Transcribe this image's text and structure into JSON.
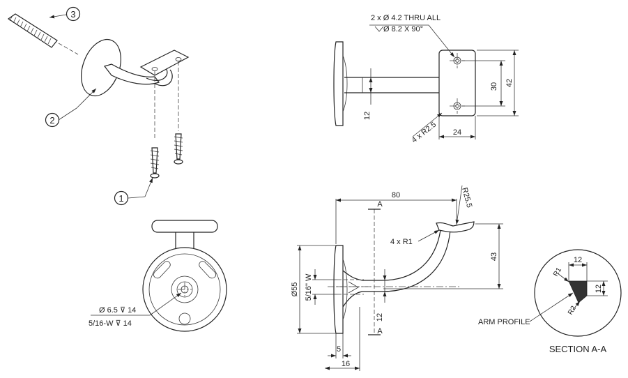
{
  "balloons": {
    "one": "1",
    "two": "2",
    "three": "3"
  },
  "top_view": {
    "hole_note_line1": "2 x Ø 4.2 THRU ALL",
    "hole_note_line2": "Ø 8.2 X 90°",
    "dim_30": "30",
    "dim_42": "42",
    "dim_12": "12",
    "dim_24": "24",
    "dim_radius": "4 x R2.5"
  },
  "front_view": {
    "hole_note_line1": "Ø 6.5 ⊽ 14",
    "hole_note_line2": "5/16-W ⊽ 14"
  },
  "side_view": {
    "dim_80": "80",
    "dim_r25": "R25.5",
    "section_mark_top": "A",
    "section_mark_bottom": "A",
    "fillet_note": "4 x R1",
    "dim_43": "43",
    "dim_dia55": "Ø55",
    "dim_thread": "5/16\" W",
    "dim_12": "12",
    "dim_5": "5",
    "dim_16": "16"
  },
  "section": {
    "dim_12_top": "12",
    "dim_12_side": "12",
    "r1": "R1",
    "r2": "R2",
    "arm_profile_label": "ARM PROFILE",
    "title": "SECTION A-A"
  }
}
